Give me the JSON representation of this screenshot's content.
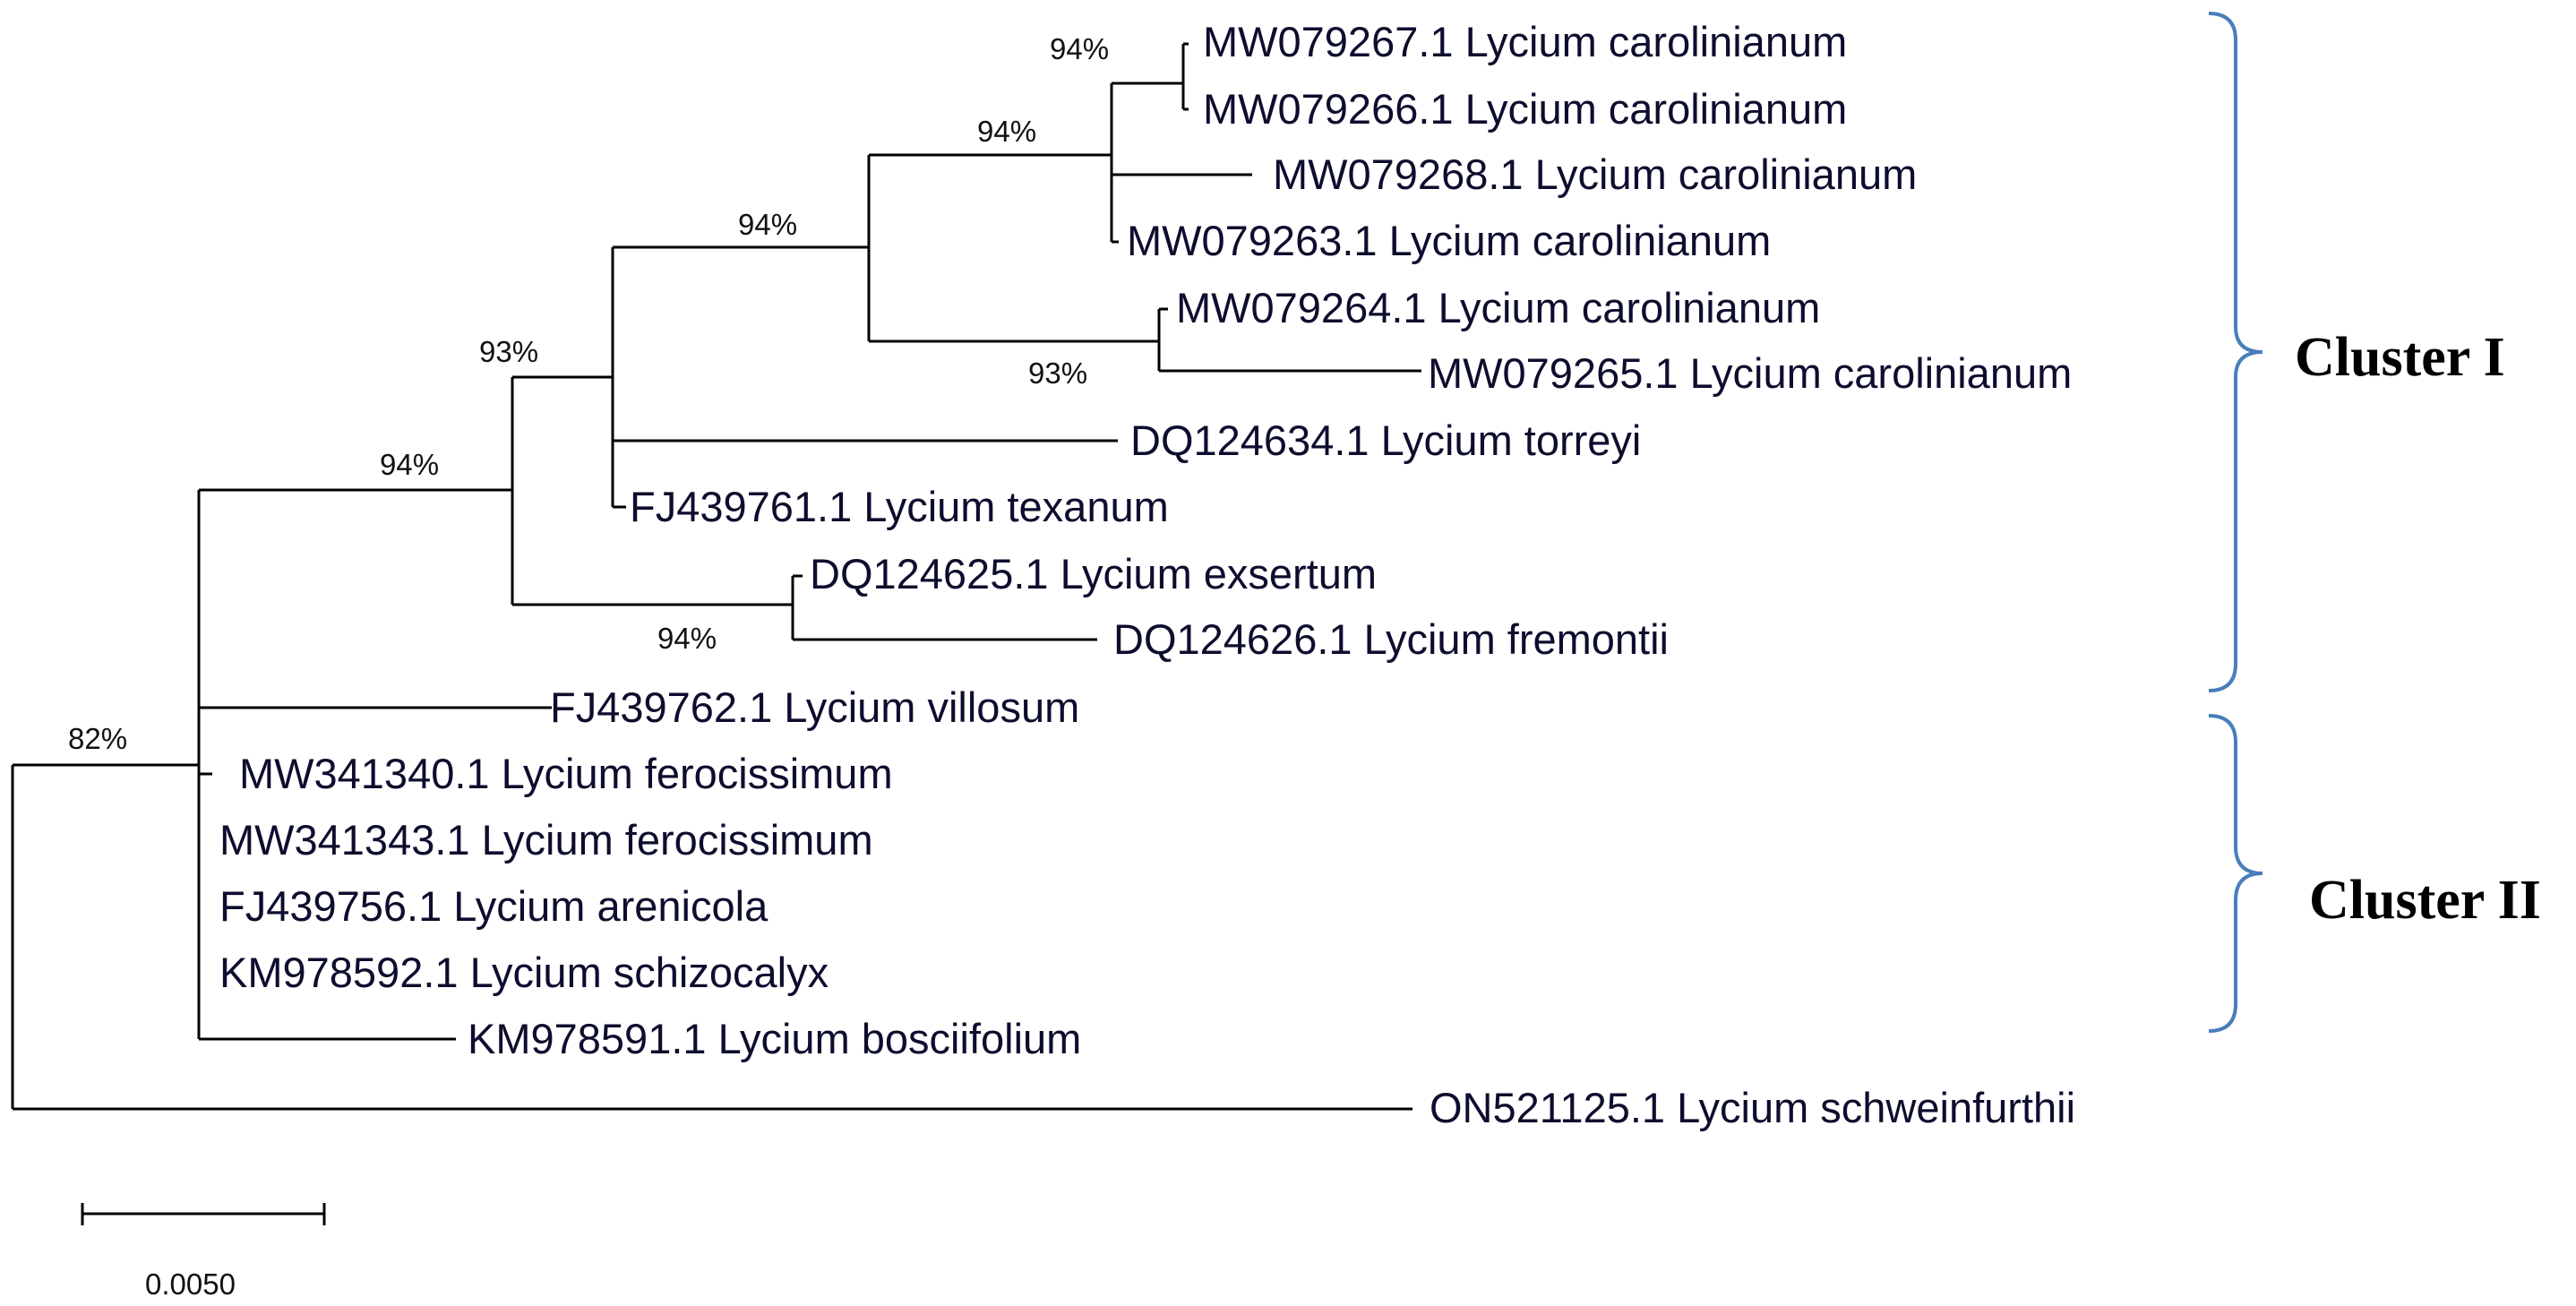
{
  "taxa": {
    "t1": "MW079267.1 Lycium carolinianum",
    "t2": "MW079266.1 Lycium carolinianum",
    "t3": "MW079268.1 Lycium carolinianum",
    "t4": "MW079263.1 Lycium carolinianum",
    "t5": "MW079264.1 Lycium carolinianum",
    "t6": "MW079265.1 Lycium carolinianum",
    "t7": "DQ124634.1 Lycium torreyi",
    "t8": "FJ439761.1 Lycium texanum",
    "t9": "DQ124625.1 Lycium exsertum",
    "t10": "DQ124626.1 Lycium fremontii",
    "t11": "FJ439762.1 Lycium villosum",
    "t12": "MW341340.1 Lycium ferocissimum",
    "t13": "MW341343.1 Lycium ferocissimum",
    "t14": "FJ439756.1 Lycium arenicola",
    "t15": "KM978592.1 Lycium schizocalyx",
    "t16": "KM978591.1 Lycium bosciifolium",
    "t17": "ON521125.1 Lycium schweinfurthii"
  },
  "bootstrap": {
    "b_267_266": "94%",
    "b_268_group": "94%",
    "b_carol": "94%",
    "b_264_265": "93%",
    "b_cluster_core": "93%",
    "b_cluster_I": "94%",
    "b_exs_fre": "94%",
    "b_root": "82%"
  },
  "scale": {
    "label": "0.0050"
  },
  "clusters": {
    "cluster_1": "Cluster I",
    "cluster_2": "Cluster II"
  },
  "colors": {
    "brace": "#4a7ebb",
    "branch": "#000000"
  }
}
